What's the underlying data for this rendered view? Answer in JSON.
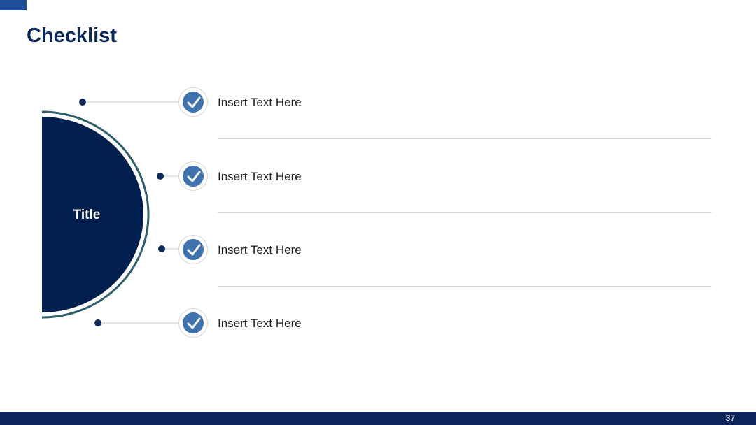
{
  "slide": {
    "title": "Checklist",
    "center_title": "Title",
    "page_number": "37"
  },
  "checklist": {
    "items": [
      {
        "text": "Insert Text Here",
        "checked": true
      },
      {
        "text": "Insert Text Here",
        "checked": true
      },
      {
        "text": "Insert Text Here",
        "checked": true
      },
      {
        "text": "Insert Text Here",
        "checked": true
      }
    ]
  },
  "colors": {
    "navy": "#0b2a5b",
    "semicircle_fill": "#001f4f",
    "semicircle_ring": "#2f5f6d",
    "check_blue": "#3f73ae",
    "footer": "#0c2459",
    "accent": "#1f4e96"
  }
}
